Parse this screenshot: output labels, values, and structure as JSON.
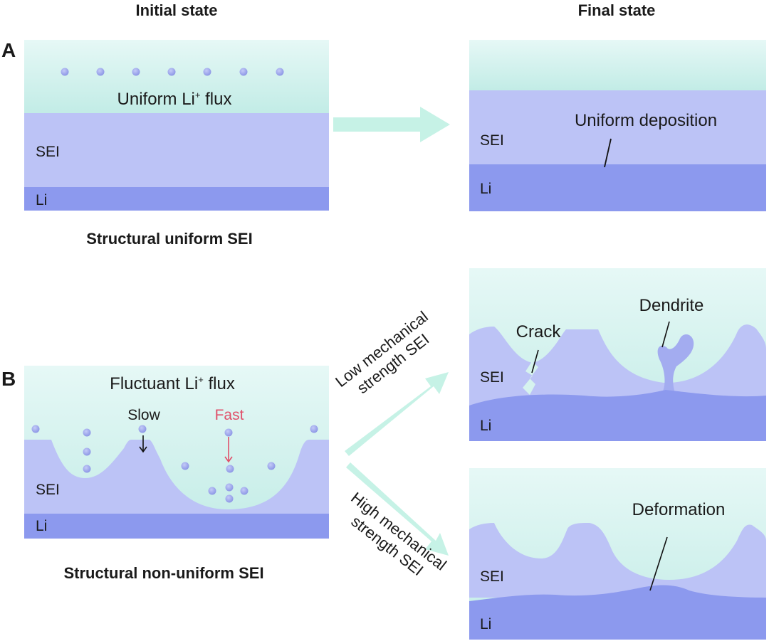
{
  "headers": {
    "initial": "Initial state",
    "final": "Final state"
  },
  "panel_a": {
    "letter": "A",
    "flux_pre": "Uniform Li",
    "flux_sup": "+",
    "flux_post": " flux",
    "sei": "SEI",
    "li": "Li",
    "caption": "Structural uniform SEI",
    "final_sei": "SEI",
    "final_li": "Li",
    "final_note": "Uniform deposition"
  },
  "panel_b": {
    "letter": "B",
    "flux_pre": "Fluctuant Li",
    "flux_sup": "+",
    "flux_post": " flux",
    "slow": "Slow",
    "fast": "Fast",
    "sei": "SEI",
    "li": "Li",
    "caption": "Structural non-uniform SEI",
    "low_line1": "Low mechanical",
    "low_line2": "strength SEI",
    "high_line1": "High mechanical",
    "high_line2": "strength SEI",
    "low_crack": "Crack",
    "low_dendrite": "Dendrite",
    "low_sei": "SEI",
    "low_li": "Li",
    "high_deformation": "Deformation",
    "high_sei": "SEI",
    "high_li": "Li"
  },
  "colors": {
    "electrolyte_top": "#e6f8f6",
    "electrolyte_bottom": "#c2ece6",
    "sei": "#bcc3f6",
    "li": "#8c99ee",
    "ion": "#9aa4ea",
    "arrow": "#c6f2e6",
    "fast": "#e0506a"
  }
}
